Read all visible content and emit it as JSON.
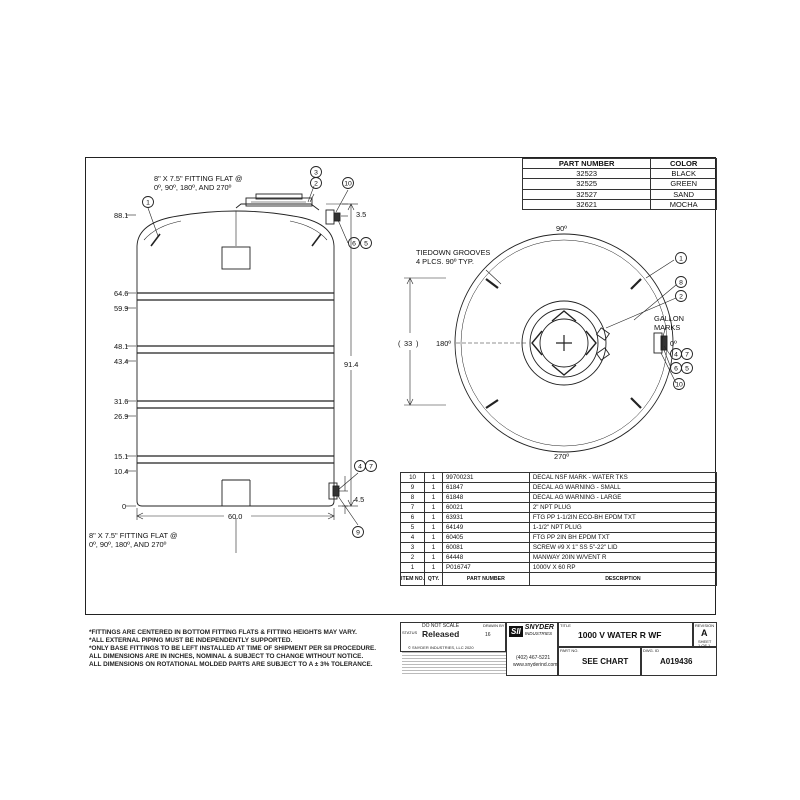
{
  "color_table": {
    "headers": [
      "PART NUMBER",
      "COLOR"
    ],
    "rows": [
      [
        "32523",
        "BLACK"
      ],
      [
        "32525",
        "GREEN"
      ],
      [
        "32527",
        "SAND"
      ],
      [
        "32621",
        "MOCHA"
      ]
    ]
  },
  "side_view": {
    "top_fitting_note": [
      "8\" X 7.5\" FITTING FLAT @",
      "0º, 90º, 180º, AND 270º"
    ],
    "bottom_fitting_note": [
      "8\" X 7.5\" FITTING FLAT @",
      "0º, 90º, 180º, AND 270º"
    ],
    "heights": [
      "88.1",
      "64.6",
      "59.9",
      "48.1",
      "43.4",
      "31.6",
      "26.9",
      "15.1",
      "10.4",
      "0"
    ],
    "overall_height": "91.4",
    "diameter": "60.0",
    "dim_top_fitting": "3.5",
    "dim_bottom_fitting": "4.5",
    "balloons": {
      "b1": "1",
      "b2": "2",
      "b3": "3",
      "b10": "10",
      "b6": "6",
      "b5": "5",
      "b4": "4",
      "b7": "7",
      "b9": "9"
    }
  },
  "top_view": {
    "tiedown_note": [
      "TIEDOWN GROOVES",
      "4 PLCS. 90º TYP."
    ],
    "gallon_note": [
      "GALLON",
      "MARKS"
    ],
    "angle_90": "90º",
    "angle_270": "270º",
    "angle_180": "180º",
    "angle_0": "0º",
    "dim_33": "33",
    "balloons": {
      "b1": "1",
      "b8": "8",
      "b2": "2",
      "b4": "4",
      "b7": "7",
      "b6": "6",
      "b5": "5",
      "b10": "10"
    }
  },
  "bom": {
    "headers": [
      "ITEM NO.",
      "QTY.",
      "PART NUMBER",
      "DESCRIPTION"
    ],
    "rows": [
      [
        "10",
        "1",
        "99700231",
        "DECAL NSF MARK - WATER TKS"
      ],
      [
        "9",
        "1",
        "61847",
        "DECAL AG WARNING - SMALL"
      ],
      [
        "8",
        "1",
        "61848",
        "DECAL AG WARNING - LARGE"
      ],
      [
        "7",
        "1",
        "60021",
        "2\" NPT PLUG"
      ],
      [
        "6",
        "1",
        "63931",
        "FTG PP 1-1/2IN ECO-BH EPDM TXT"
      ],
      [
        "5",
        "1",
        "64149",
        "1-1/2\" NPT PLUG"
      ],
      [
        "4",
        "1",
        "60405",
        "FTG PP 2IN BH EPDM TXT"
      ],
      [
        "3",
        "1",
        "60081",
        "SCREW #9 X 1\" SS 5\"-22\" LID"
      ],
      [
        "2",
        "1",
        "64448",
        "MANWAY 20IN W/VENT R"
      ],
      [
        "1",
        "1",
        "P016747",
        "1000V X 60 RP"
      ]
    ]
  },
  "notes": [
    "*FITTINGS ARE CENTERED IN BOTTOM FITTING FLATS & FITTING HEIGHTS MAY VARY.",
    "*ALL EXTERNAL PIPING MUST BE INDEPENDENTLY SUPPORTED.",
    "*ONLY BASE FITTINGS TO BE LEFT INSTALLED AT TIME OF SHIPMENT PER SII PROCEDURE.",
    "ALL DIMENSIONS ARE IN INCHES, NOMINAL & SUBJECT TO CHANGE WITHOUT NOTICE.",
    "ALL DIMENSIONS ON ROTATIONAL MOLDED PARTS ARE SUBJECT TO A ± 3% TOLERANCE."
  ],
  "title_block": {
    "do_not_scale": "DO NOT SCALE",
    "drawn_by_label": "DRAWN BY",
    "drawn_by": "16",
    "status_label": "STATUS",
    "status": "Released",
    "copyright": "© SNYDER INDUSTRIES, LLC 2020",
    "logo_mark": "SII",
    "logo_name": "SNYDER",
    "logo_sub": "INDUSTRIES",
    "phone": "(402) 467-5221",
    "website": "www.snyderind.com",
    "title_label": "TITLE",
    "title": "1000 V WATER R WF",
    "revision_label": "REVISION",
    "revision": "A",
    "sheet_label": "SHEET",
    "sheet": "1 OF 1",
    "part_no_label": "PART NO.",
    "part_no": "SEE CHART",
    "dwg_label": "DWG. ID",
    "dwg_id": "A019436"
  }
}
